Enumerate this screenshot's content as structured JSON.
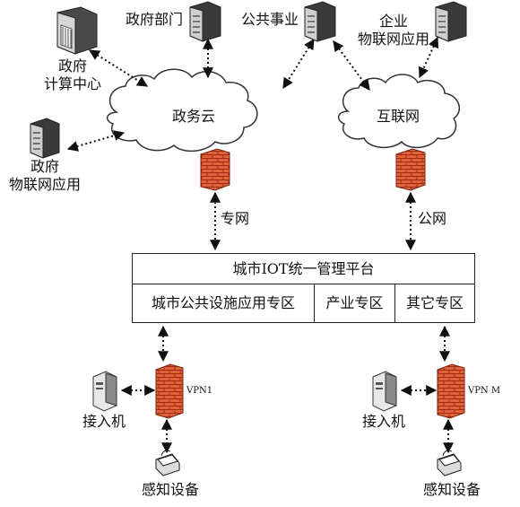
{
  "nodes": {
    "gov_compute_center": "政府\n计算中心",
    "gov_departments": "政府部门",
    "public_services": "公共事业",
    "enterprise_iot": "企业\n物联网应用",
    "gov_iot_apps": "政府\n物联网应用",
    "gov_cloud": "政务云",
    "internet": "互联网",
    "private_network": "专网",
    "public_network": "公网"
  },
  "platform": {
    "title": "城市IOT统一管理平台",
    "zones": [
      "城市公共设施应用专区",
      "产业专区",
      "其它专区"
    ]
  },
  "left_branch": {
    "vpn": "VPN1",
    "access": "接入机",
    "sensor": "感知设备"
  },
  "right_branch": {
    "vpn": "VPN M",
    "access": "接入机",
    "sensor": "感知设备"
  },
  "colors": {
    "cloud_fill": "#ffffff",
    "cloud_stroke": "#333333",
    "firewall": "#d9532b",
    "server_dark": "#3a3a3a",
    "server_light": "#c9c9c9"
  },
  "icons": {
    "server": "server-icon",
    "firewall": "firewall-icon",
    "pc": "pc-tower-icon",
    "sensor": "sensor-device-icon"
  }
}
